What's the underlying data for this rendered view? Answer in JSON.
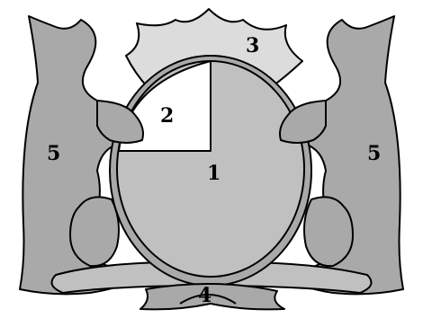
{
  "labels": {
    "part_1": "1",
    "part_2": "2",
    "part_3": "3",
    "part_4": "4",
    "part_5_left": "5",
    "part_5_right": "5"
  },
  "colors": {
    "outline": "#000000",
    "light_fill": "#dcdcdc",
    "medium_fill": "#c0c0c0",
    "dark_fill": "#a9a9a9",
    "blank_fill": "#ffffff"
  }
}
